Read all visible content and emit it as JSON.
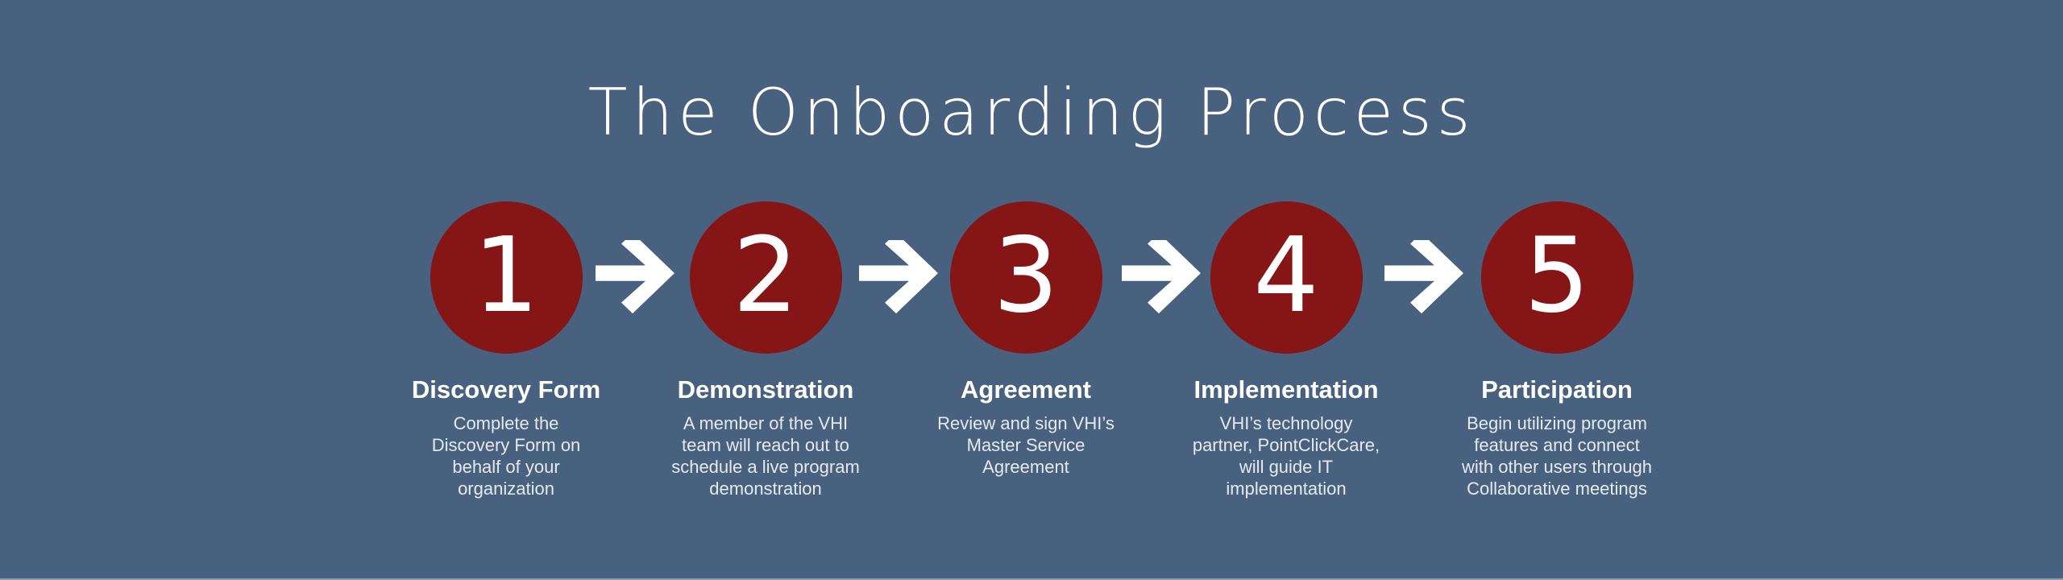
{
  "title": "The Onboarding Process",
  "colors": {
    "background": "#48617f",
    "circle": "#861516",
    "text": "#ffffff",
    "description_text": "#e6eaef"
  },
  "arrow_icon": "right-arrow-icon",
  "steps": [
    {
      "number": "1",
      "title": "Discovery Form",
      "description_lines": [
        "Complete the",
        "Discovery Form on",
        "behalf of your",
        "organization"
      ]
    },
    {
      "number": "2",
      "title": "Demonstration",
      "description_lines": [
        "A member of the VHI",
        "team will reach out to",
        "schedule a live program",
        "demonstration"
      ]
    },
    {
      "number": "3",
      "title": "Agreement",
      "description_lines": [
        "Review and sign VHI’s",
        "Master Service",
        "Agreement"
      ]
    },
    {
      "number": "4",
      "title": "Implementation",
      "description_lines": [
        "VHI’s technology",
        "partner, PointClickCare,",
        "will guide IT",
        "implementation"
      ]
    },
    {
      "number": "5",
      "title": "Participation",
      "description_lines": [
        "Begin utilizing program",
        "features and connect",
        "with other users through",
        "Collaborative meetings"
      ]
    }
  ]
}
